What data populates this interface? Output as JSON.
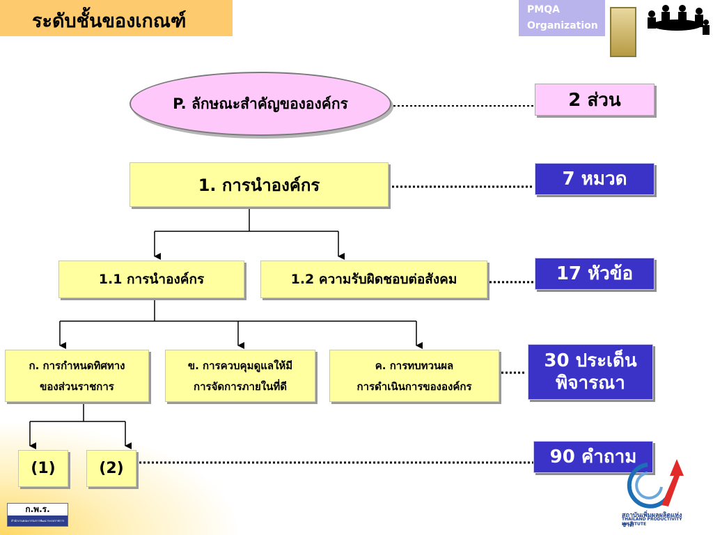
{
  "title": "ระดับชั้นของเกณฑ์",
  "pmqa": {
    "line1": "PMQA",
    "line2": "Organization"
  },
  "profile": {
    "prefix": "P.",
    "text": "ลักษณะสำคัญขององค์กร"
  },
  "category": "1. การนำองค์กร",
  "items": [
    "1.1 การนำองค์กร",
    "1.2 ความรับผิดชอบต่อสังคม"
  ],
  "areas": [
    {
      "line1": "ก. การกำหนดทิศทาง",
      "line2": "ของส่วนราชการ"
    },
    {
      "line1": "ข. การควบคุมดูแลให้มี",
      "line2": "การจัดการภายในที่ดี"
    },
    {
      "line1": "ค. การทบทวนผล",
      "line2": "การดำเนินการขององค์กร"
    }
  ],
  "questions": [
    "(1)",
    "(2)"
  ],
  "counts": {
    "parts": "2 ส่วน",
    "categories": "7 หมวด",
    "items": "17 หัวข้อ",
    "areas_line1": "30 ประเด็น",
    "areas_line2": "พิจารณา",
    "questions": "90 คำถาม"
  },
  "logos": {
    "ktp": "ก.พ.ร.",
    "ktp_sub": "สำนักงานคณะกรรมการพัฒนาระบบราชการ",
    "tpi_th": "สถาบันเพิ่มผลผลิตแห่งชาติ",
    "tpi_en": "THAILAND PRODUCTIVITY INSTITUTE"
  },
  "colors": {
    "yellow": "#ffff9f",
    "purple": "#3b33c8",
    "pink": "#ffcdfd",
    "orange": "#fdca6e",
    "lavender": "#b9b4ec"
  }
}
